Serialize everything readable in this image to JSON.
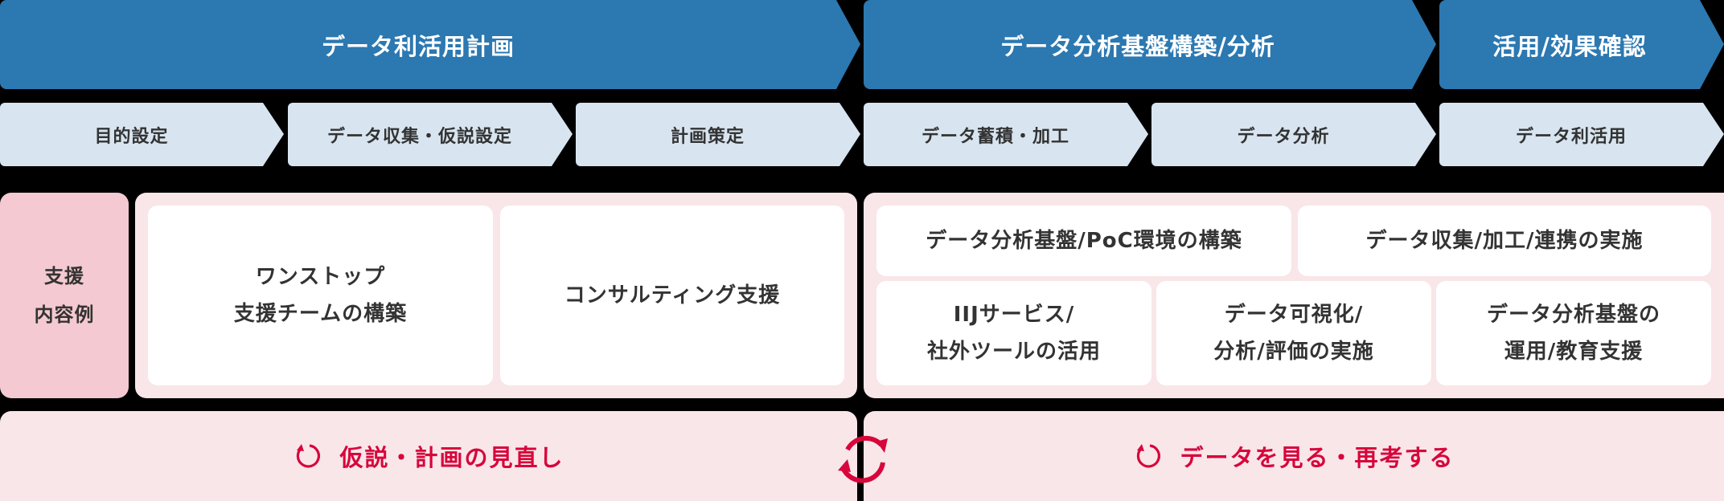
{
  "phases": [
    {
      "label": "データ利活用計画"
    },
    {
      "label": "データ分析基盤構築/分析"
    },
    {
      "label": "活用/効果確認"
    }
  ],
  "steps": [
    {
      "label": "目的設定"
    },
    {
      "label": "データ収集・仮説設定"
    },
    {
      "label": "計画策定"
    },
    {
      "label": "データ蓄積・加工"
    },
    {
      "label": "データ分析"
    },
    {
      "label": "データ利活用"
    }
  ],
  "support": {
    "row_label": "支援\n内容例",
    "left_cards": [
      {
        "label": "ワンストップ\n支援チームの構築"
      },
      {
        "label": "コンサルティング支援"
      }
    ],
    "right_cards_top": [
      {
        "label": "データ分析基盤/PoC環境の構築"
      },
      {
        "label": "データ収集/加工/連携の実施"
      }
    ],
    "right_cards_bottom": [
      {
        "label": "IIJサービス/\n社外ツールの活用"
      },
      {
        "label": "データ可視化/\n分析/評価の実施"
      },
      {
        "label": "データ分析基盤の\n運用/教育支援"
      }
    ]
  },
  "loops": [
    {
      "label": "仮説・計画の見直し",
      "icon": "refresh-icon"
    },
    {
      "label": "データを見る・再考する",
      "icon": "refresh-icon"
    }
  ],
  "center_icon": "cycle-icon",
  "colors": {
    "phase": "#2c78b1",
    "step": "#d8e5f0",
    "label_col": "#f4c9d1",
    "panel": "#f9e6e9",
    "accent": "#d7063b"
  }
}
